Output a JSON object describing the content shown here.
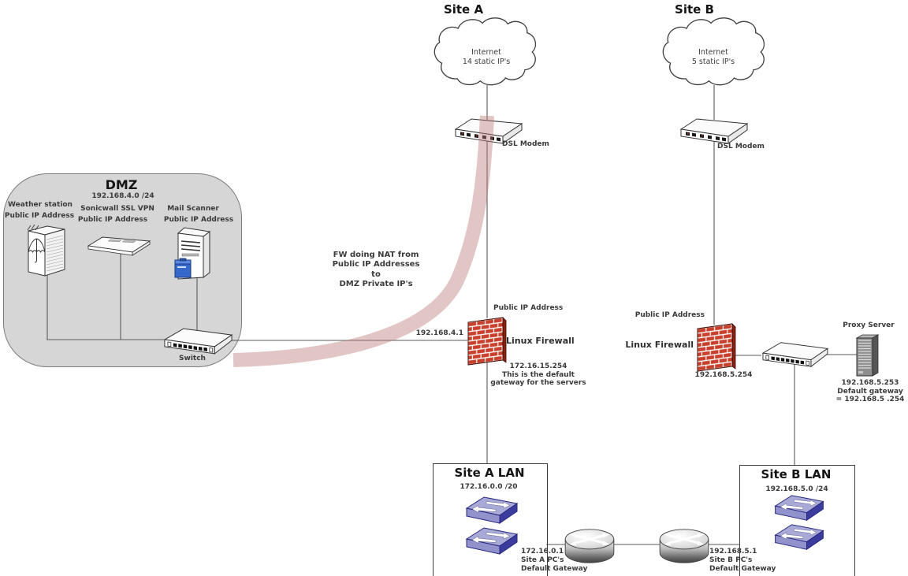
{
  "site_a": {
    "title": "Site A",
    "cloud": {
      "line1": "Internet",
      "line2": "14 static IP's"
    },
    "modem_label": "DSL Modem",
    "firewall": {
      "public_ip_label": "Public IP Address",
      "inside_ip": "192.168.4.1",
      "label": "Linux Firewall",
      "note1": "172.16.15.254",
      "note2": "This is the default",
      "note3": "gateway for the servers"
    }
  },
  "site_b": {
    "title": "Site B",
    "cloud": {
      "line1": "Internet",
      "line2": "5 static IP's"
    },
    "modem_label": "DSL Modem",
    "firewall": {
      "public_ip_label": "Public IP Address",
      "label": "Linux Firewall",
      "inside_ip": "192.168.5.254"
    },
    "proxy": {
      "title": "Proxy Server",
      "note1": "192.168.5.253",
      "note2": "Default gateway",
      "note3": "= 192.168.5 .254"
    }
  },
  "nat_note": {
    "line1": "FW doing NAT from",
    "line2": "Public IP Addresses",
    "line3": "to",
    "line4": "DMZ Private IP's"
  },
  "dmz": {
    "title": "DMZ",
    "subnet": "192.168.4.0 /24",
    "weather": {
      "name": "Weather station",
      "ip": "Public IP Address"
    },
    "sonicwall": {
      "name": "Sonicwall SSL VPN",
      "ip": "Public IP Address"
    },
    "mail": {
      "name": "Mail Scanner",
      "ip": "Public IP Address"
    },
    "switch_label": "Switch"
  },
  "lan_a": {
    "title": "Site A LAN",
    "subnet": "172.16.0.0 /20",
    "router": {
      "ip": "172.16.0.1",
      "line2": "Site A PC's",
      "line3": "Default Gateway"
    }
  },
  "lan_b": {
    "title": "Site B LAN",
    "subnet": "192.168.5.0 /24",
    "router": {
      "ip": "192.168.5.1",
      "line2": "Site B PC's",
      "line3": "Default Gateway"
    }
  },
  "colors": {
    "dmz_fill": "#d6d6d6",
    "brick_red": "#c8402c",
    "nat_band": "rgba(185,118,118,0.42)",
    "lan_switch_blue": "#3c3c9e",
    "connector_gray": "#5a5a5a"
  }
}
